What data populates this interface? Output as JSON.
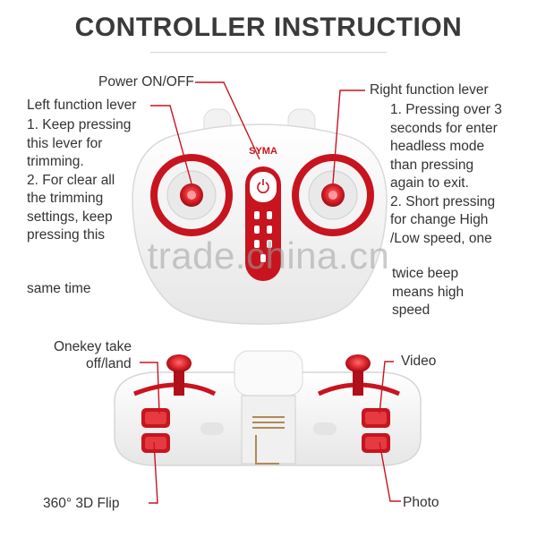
{
  "title": "CONTROLLER INSTRUCTION",
  "brand": "SYMA",
  "watermark": "trade.china.cn",
  "labels": {
    "power": "Power ON/OFF",
    "left_lever": "Left function lever",
    "right_lever": "Right function lever",
    "onekey": [
      "Onekey take",
      "off/land"
    ],
    "video": "Video",
    "flip": "360° 3D Flip",
    "photo": "Photo"
  },
  "left_instructions": [
    "1. Keep pressing",
    "this lever for",
    "trimming.",
    "2. For clear all",
    "the trimming",
    "settings, keep",
    "pressing this"
  ],
  "left_instructions_tail": "same time",
  "right_instructions": [
    "1. Pressing over 3",
    "seconds for enter",
    "headless mode",
    "than pressing",
    "again to exit.",
    "2. Short pressing",
    "for change High",
    "/Low speed, one"
  ],
  "right_instructions_tail": [
    "twice  beep",
    "means high",
    "speed"
  ],
  "colors": {
    "accent_red": "#c8141e",
    "body_white": "#f7f7f7",
    "line": "#c8141e"
  }
}
